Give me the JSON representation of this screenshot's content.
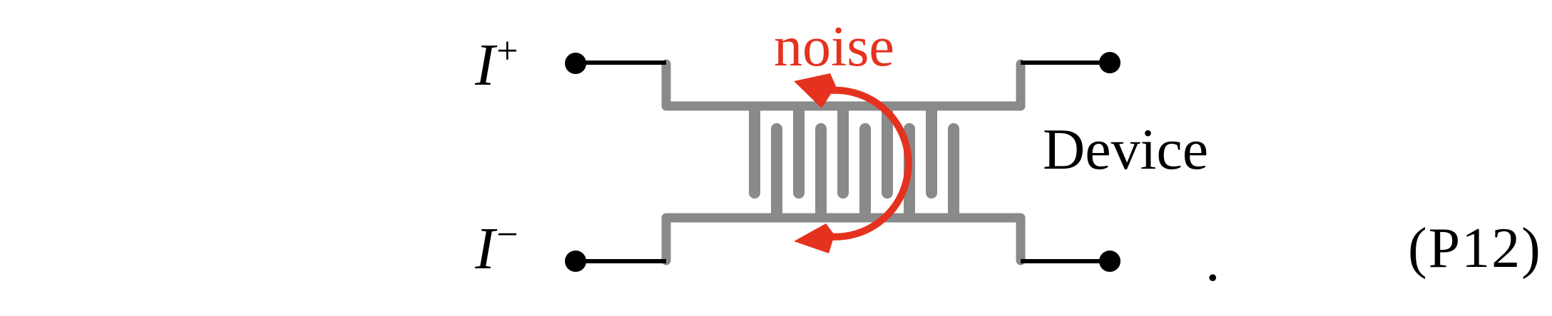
{
  "figure": {
    "terminals": {
      "current_positive": {
        "symbol": "I",
        "sign": "+"
      },
      "current_negative": {
        "symbol": "I",
        "sign": "−"
      }
    },
    "annotations": {
      "noise_label": "noise",
      "device_label": "Device",
      "period": ".",
      "equation_number": "(P12)"
    },
    "icons": {
      "terminal_dot": "filled-circle",
      "noise_arrow": "curved-double-headed-arrow"
    },
    "colors": {
      "background": "#ffffff",
      "wire_black": "#000000",
      "electrode_gray": "#8a8a8a",
      "noise_red": "#e5321f"
    }
  }
}
